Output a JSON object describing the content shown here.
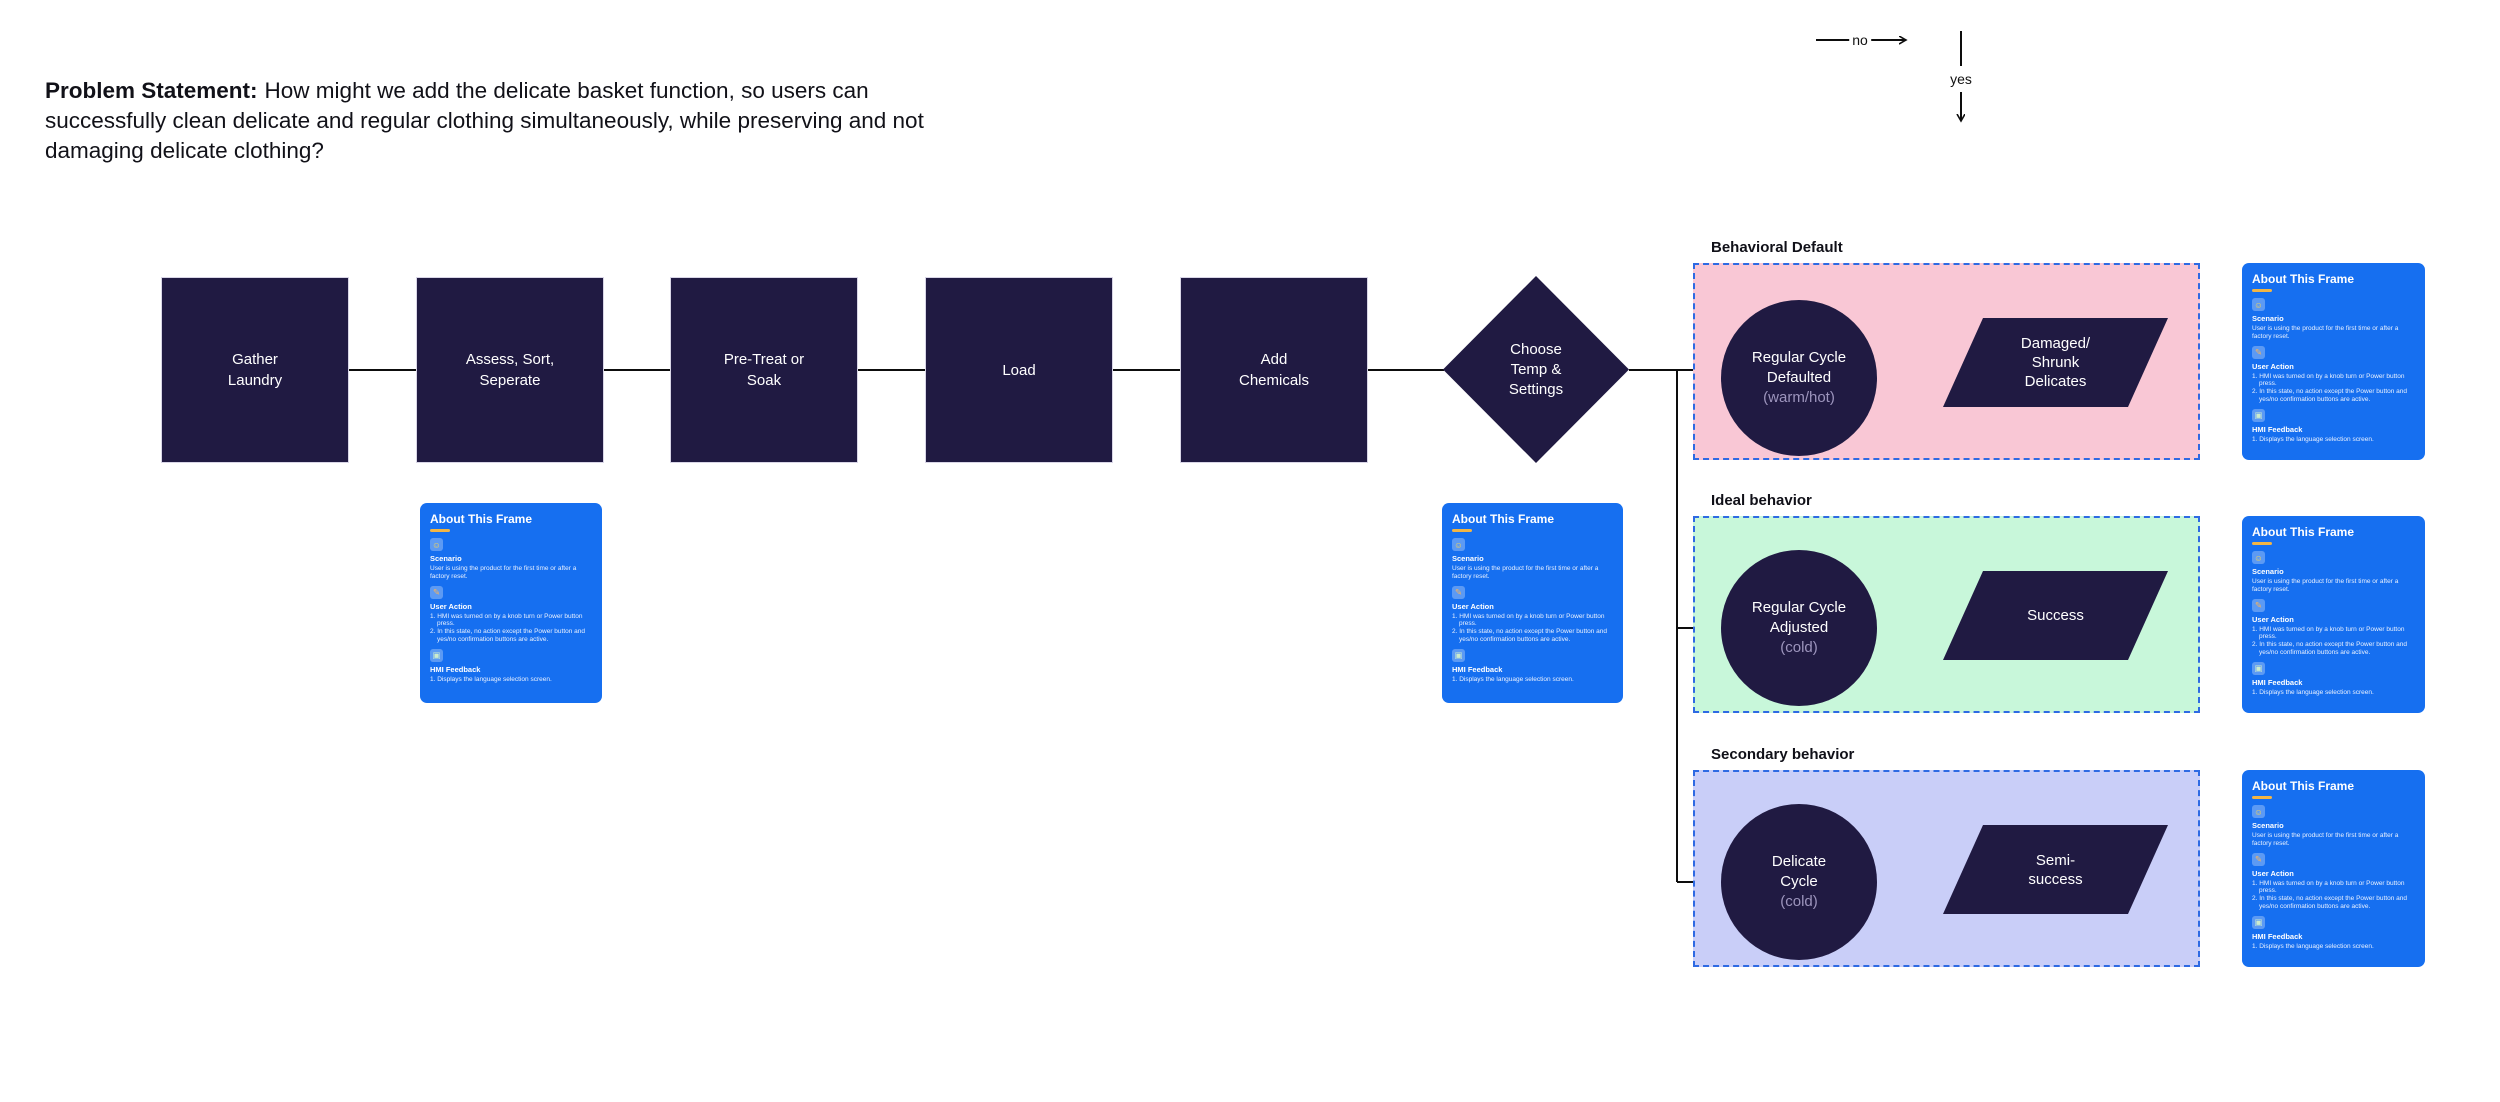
{
  "problem_statement": {
    "label": "Problem Statement:",
    "text": "How might we add the delicate basket function, so users can successfully clean delicate and regular clothing simultaneously, while preserving and not damaging delicate clothing?"
  },
  "flow": {
    "steps": [
      {
        "label": "Gather\nLaundry"
      },
      {
        "label": "Assess, Sort,\nSeperate"
      },
      {
        "label": "Pre-Treat or\nSoak"
      },
      {
        "label": "Load"
      },
      {
        "label": "Add\nChemicals"
      }
    ],
    "decision": {
      "label": "Choose\nTemp &\nSettings"
    },
    "decision_branch_labels": {
      "no": "no",
      "yes": "yes"
    }
  },
  "branches": [
    {
      "title": "Behavioral Default",
      "fill": "#f9c7d5",
      "circle_main": "Regular Cycle\nDefaulted",
      "circle_sub": "(warm/hot)",
      "outcome": "Damaged/\nShrunk\nDelicates"
    },
    {
      "title": "Ideal behavior",
      "fill": "#c8f7da",
      "circle_main": "Regular Cycle\nAdjusted",
      "circle_sub": "(cold)",
      "outcome": "Success"
    },
    {
      "title": "Secondary behavior",
      "fill": "#c9cef8",
      "circle_main": "Delicate\nCycle",
      "circle_sub": "(cold)",
      "outcome": "Semi-\nsuccess"
    }
  ],
  "about_card": {
    "title": "About This Frame",
    "sections": [
      {
        "icon_name": "smiley-face-icon",
        "glyph": "☺",
        "heading": "Scenario",
        "lines": [
          "User is using the product for the first time or after a factory reset."
        ]
      },
      {
        "icon_name": "cursor-pencil-icon",
        "glyph": "✎",
        "heading": "User Action",
        "lines": [
          "1. HMI was turned on by a knob turn or Power button press.",
          "2. In this state, no action except the Power button and yes/no confirmation buttons are active."
        ]
      },
      {
        "icon_name": "screen-icon",
        "glyph": "▣",
        "heading": "HMI Feedback",
        "lines": [
          "1. Displays the language selection screen."
        ]
      }
    ]
  },
  "colors": {
    "shape_navy": "#201a42",
    "card_blue": "#166ff0",
    "frame_border_blue": "#2e6ae3",
    "accent_yellow": "#f2b544",
    "behavioral_default_fill": "#f9c7d5",
    "ideal_behavior_fill": "#c8f7da",
    "secondary_behavior_fill": "#c9cef8"
  }
}
